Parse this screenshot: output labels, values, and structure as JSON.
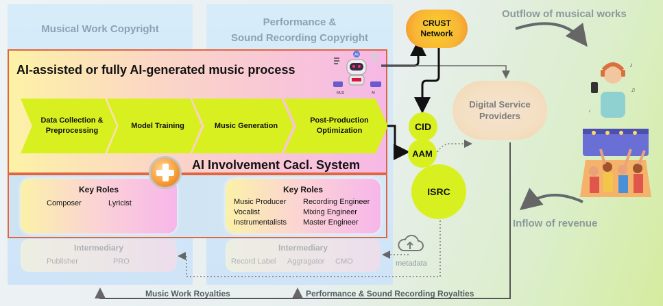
{
  "columns": {
    "music_title": "Musical Work Copyright",
    "perf_title_line1": "Performance &",
    "perf_title_line2": "Sound Recording Copyright"
  },
  "ai_process": {
    "title": "AI-assisted or fully AI-generated music process",
    "steps": [
      {
        "line1": "Data Collection &",
        "line2": "Preprocessing"
      },
      {
        "line1": "Model Training",
        "line2": ""
      },
      {
        "line1": "Music Generation",
        "line2": ""
      },
      {
        "line1": "Post-Production",
        "line2": "Optimization"
      }
    ],
    "system_label": "AI Involvement Cacl. System",
    "robot_labels": {
      "badge": "AI",
      "left": "MUS",
      "right": "AI"
    }
  },
  "roles": {
    "music": {
      "heading": "Key Roles",
      "items": [
        "Composer",
        "Lyricist"
      ]
    },
    "perf": {
      "heading": "Key Roles",
      "left": [
        "Music Producer",
        "Vocalist",
        "Instrumentalists"
      ],
      "right": [
        "Recording Engineer",
        "Mixing Engineer",
        "Master Engineer"
      ]
    }
  },
  "intermediary": {
    "music": {
      "heading": "Intermediary",
      "items": [
        "Publisher",
        "PRO"
      ]
    },
    "perf": {
      "heading": "Intermediary",
      "items": [
        "Record Label",
        "Aggragator",
        "CMO"
      ]
    }
  },
  "identifiers": {
    "cid": "CID",
    "aam": "AAM",
    "isrc": "ISRC"
  },
  "crust": {
    "line1": "CRUST",
    "line2": "Network"
  },
  "dsp": {
    "line1": "Digital Service",
    "line2": "Providers"
  },
  "flows": {
    "outflow": "Outflow of musical works",
    "inflow": "Inflow of revenue",
    "metadata": "metadata",
    "music_royalties": "Music Work Royalties",
    "perf_royalties": "Performance & Sound Recording Royalties"
  },
  "colors": {
    "accent_lime": "#d9f020",
    "border_red": "#e2643e",
    "crust_orange": "#f7b233"
  },
  "icons": [
    "robot-icon",
    "plus-icon",
    "cloud-upload-icon",
    "listener-icon",
    "concert-crowd-icon"
  ]
}
